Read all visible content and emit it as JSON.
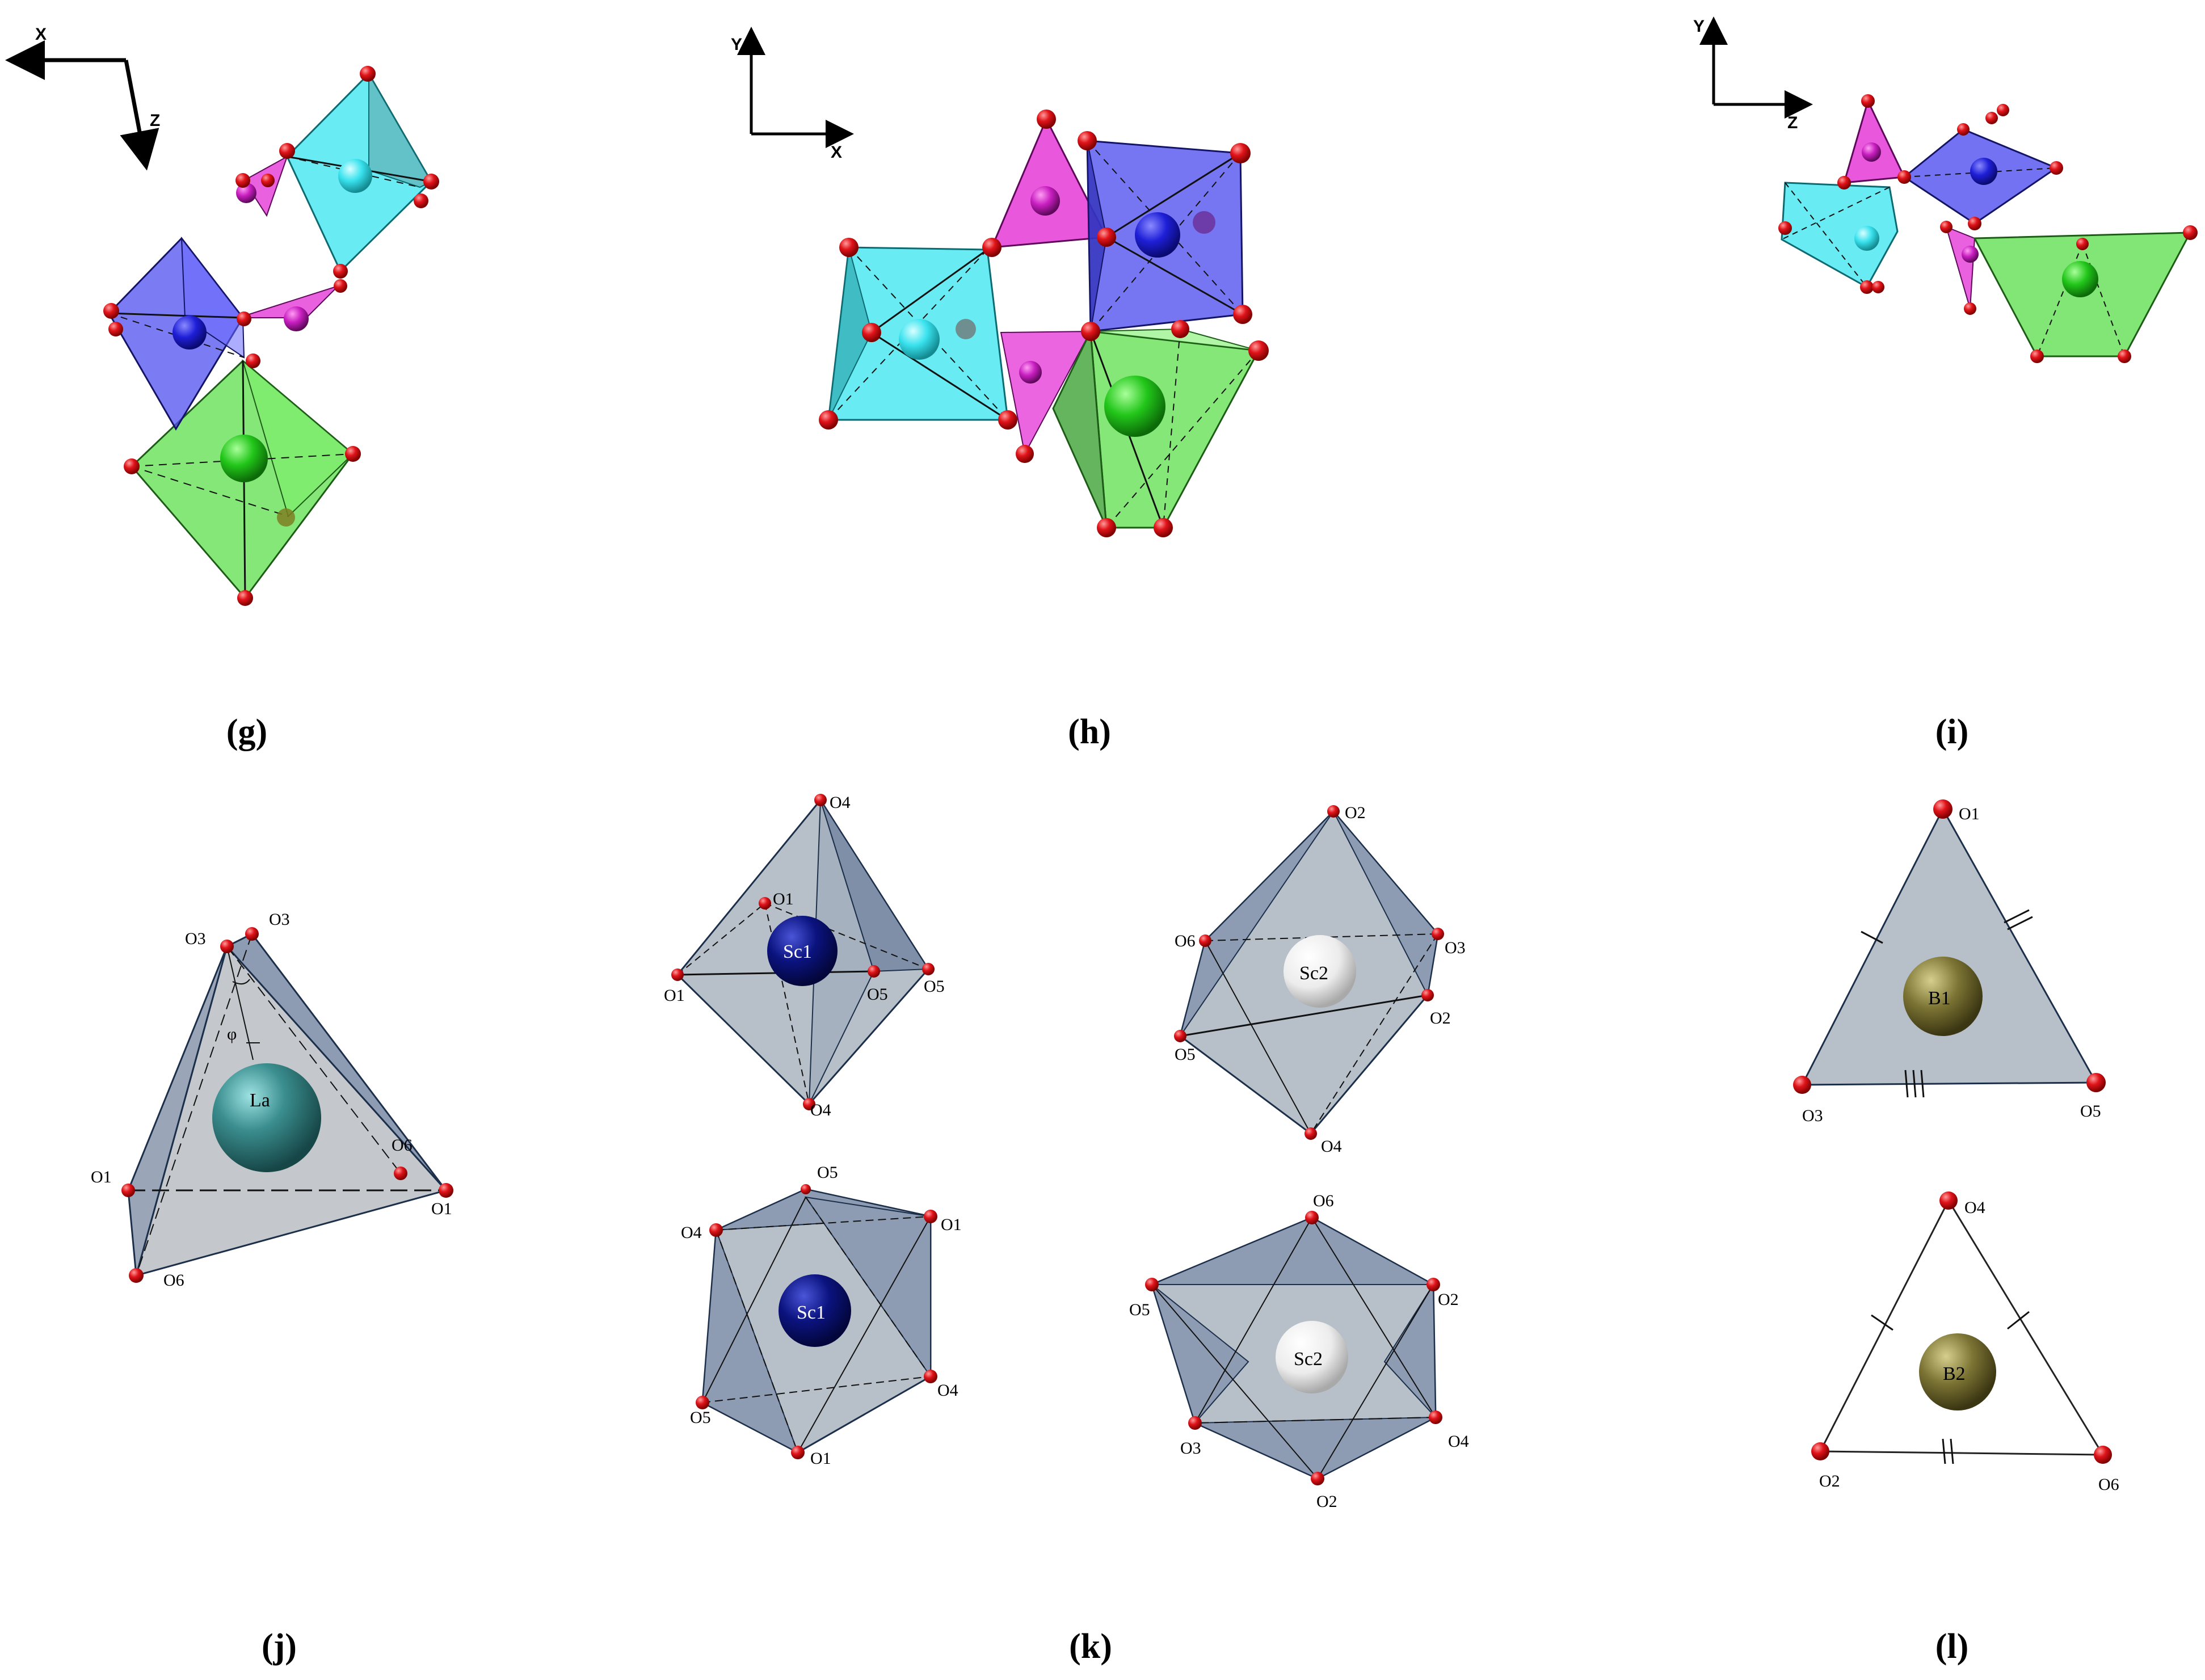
{
  "panels": {
    "g": {
      "label": "(g)",
      "axes": [
        "X",
        "Z"
      ]
    },
    "h": {
      "label": "(h)",
      "axes": [
        "Y",
        "X"
      ]
    },
    "i": {
      "label": "(i)",
      "axes": [
        "Y",
        "Z"
      ]
    },
    "j": {
      "label": "(j)",
      "center": "La",
      "angle_symbol": "φ",
      "vertices": [
        "O3",
        "O3",
        "O1",
        "O6",
        "O1",
        "O6"
      ]
    },
    "k": {
      "label": "(k)",
      "sc1_top": {
        "center": "Sc1",
        "vertices": [
          "O4",
          "O1",
          "O1",
          "O5",
          "O5",
          "O4"
        ]
      },
      "sc2_top": {
        "center": "Sc2",
        "vertices": [
          "O2",
          "O6",
          "O3",
          "O2",
          "O5",
          "O4"
        ]
      },
      "sc1_bottom": {
        "center": "Sc1",
        "vertices": [
          "O5",
          "O4",
          "O1",
          "O4",
          "O5",
          "O1"
        ]
      },
      "sc2_bottom": {
        "center": "Sc2",
        "vertices": [
          "O6",
          "O5",
          "O2",
          "O3",
          "O4",
          "O2"
        ]
      }
    },
    "l": {
      "label": "(l)",
      "b1": {
        "center": "B1",
        "vertices": [
          "O1",
          "O3",
          "O5"
        ]
      },
      "b2": {
        "center": "B2",
        "vertices": [
          "O4",
          "O2",
          "O6"
        ]
      }
    }
  },
  "colors": {
    "oxygen": "#e0141a",
    "cyan": "#3ee6ef",
    "blue": "#4f4ff0",
    "magenta": "#e43ad6",
    "green": "#62e052",
    "grey_poly": "#b7bfc8",
    "la_atom": "#3b8e8f",
    "sc1_atom": "#0b137f",
    "sc2_atom": "#f2f2f2",
    "b_atom": "#7c7434"
  }
}
